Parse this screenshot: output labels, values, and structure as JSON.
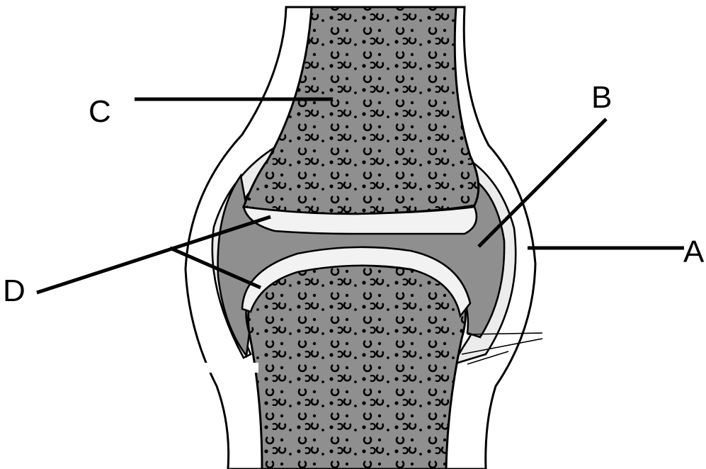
{
  "labels": {
    "a": "A",
    "b": "B",
    "c": "C",
    "d": "D"
  },
  "colors": {
    "bone": "#8f8f8f",
    "synovial_fluid": "#8f8f8f",
    "cartilage": "#f2f2f2",
    "capsule": "#ffffff",
    "outline": "#000000"
  }
}
